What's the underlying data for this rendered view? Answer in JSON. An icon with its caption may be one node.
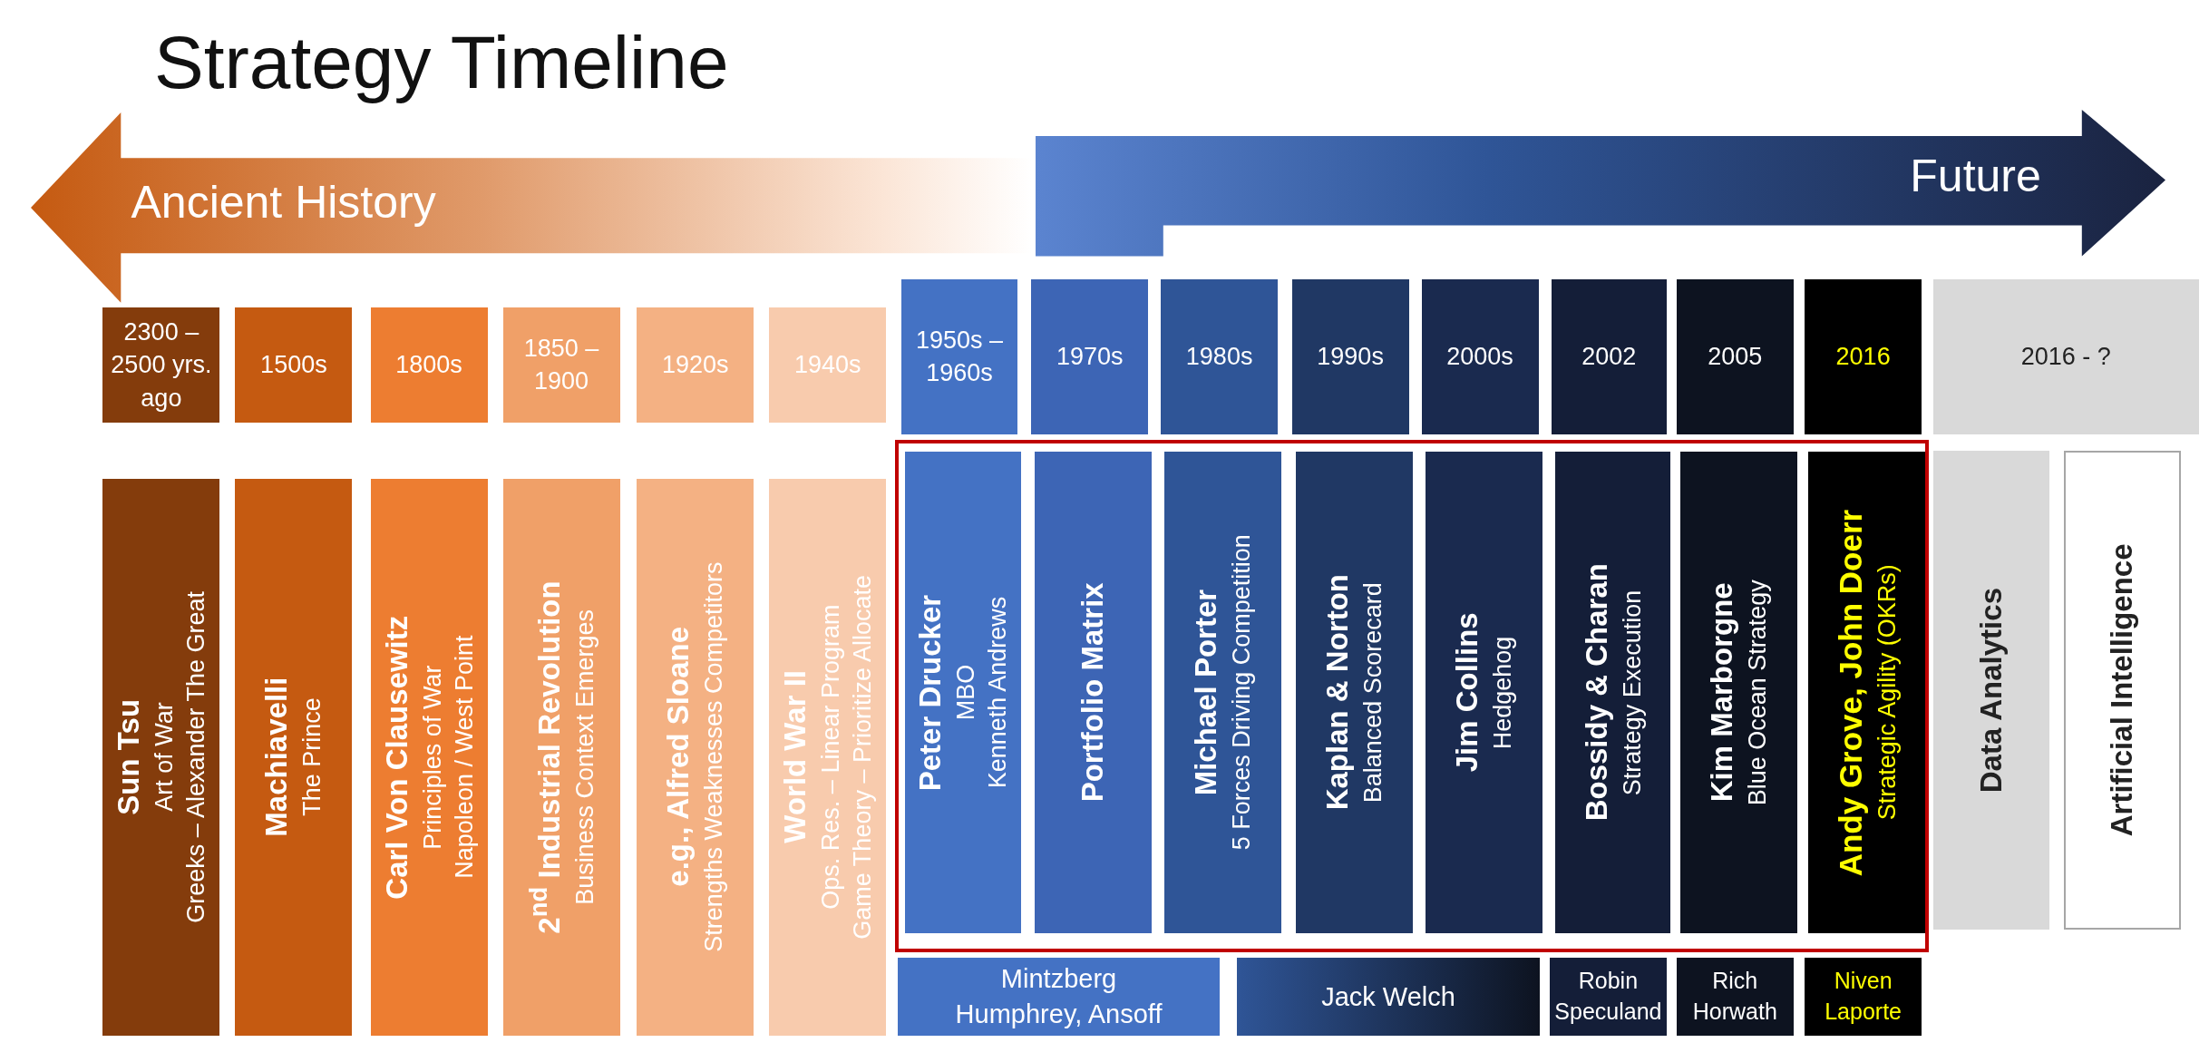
{
  "diagram": {
    "title": "Strategy Timeline",
    "nodes": [
      {
        "text": [
          "Ancient History"
        ]
      },
      {
        "text": [
          "Future"
        ]
      },
      {
        "text": [
          "2300 – 2500 yrs. ago"
        ]
      },
      {
        "text": [
          "1500s"
        ]
      },
      {
        "text": [
          "1800s"
        ]
      },
      {
        "text": [
          "1850 – 1900"
        ]
      },
      {
        "text": [
          "1920s"
        ]
      },
      {
        "text": [
          "1940s"
        ]
      },
      {
        "text": [
          "1950s – 1960s"
        ]
      },
      {
        "text": [
          "1970s"
        ]
      },
      {
        "text": [
          "1980s"
        ]
      },
      {
        "text": [
          "1990s"
        ]
      },
      {
        "text": [
          "2000s"
        ]
      },
      {
        "text": [
          "2002"
        ]
      },
      {
        "text": [
          "2005"
        ]
      },
      {
        "text": [
          "2016"
        ]
      },
      {
        "text": [
          "2016 - ?"
        ]
      },
      {
        "text": [
          "Sun Tsu",
          "Art of War",
          "Greeks – Alexander The Great"
        ]
      },
      {
        "text": [
          "Machiavelli",
          "The Prince"
        ]
      },
      {
        "text": [
          "Carl Von Clausewitz",
          "Principles of War",
          "Napoleon / West Point"
        ]
      },
      {
        "text": [
          "2$^{nd}$ Industrial Revolution",
          "Business Context Emerges"
        ]
      },
      {
        "text": [
          "e.g., Alfred Sloane",
          "Strengths Weaknesses Competitors"
        ]
      },
      {
        "text": [
          "World War II",
          "Ops. Res. – Linear Program",
          "Game Theory – Prioritize Allocate"
        ]
      },
      {
        "text": [],
        "shape": "box"
      },
      {
        "text": [
          "Peter Drucker",
          "MBO",
          "Kenneth Andrews"
        ],
        "in": 23
      },
      {
        "text": [
          "Portfolio Matrix"
        ],
        "in": 23
      },
      {
        "text": [
          "Michael Porter",
          "5 Forces Driving Competition"
        ],
        "in": 23
      },
      {
        "text": [
          "Kaplan & Norton",
          "Balanced Scorecard"
        ],
        "in": 23
      },
      {
        "text": [
          "Jim Collins",
          "Hedgehog"
        ],
        "in": 23
      },
      {
        "text": [
          "Bossidy & Charan",
          "Strategy Execution"
        ],
        "in": 23
      },
      {
        "text": [
          "Kim Marborgne",
          "Blue Ocean Strategy"
        ],
        "in": 23
      },
      {
        "text": [
          "Andy Grove, John Doerr",
          "Strategic Agility (OKRs)"
        ],
        "in": 23
      },
      {
        "text": [
          "Data Analytics"
        ]
      },
      {
        "text": [
          "Artificial Intelligence"
        ]
      },
      {
        "text": [
          "Mintzberg Humphrey, Ansoff"
        ]
      },
      {
        "text": [
          "Jack Welch"
        ]
      },
      {
        "text": [
          "Robin Speculand"
        ]
      },
      {
        "text": [
          "Rich Horwath"
        ]
      },
      {
        "text": [
          "Niven Laporte"
        ]
      }
    ]
  }
}
